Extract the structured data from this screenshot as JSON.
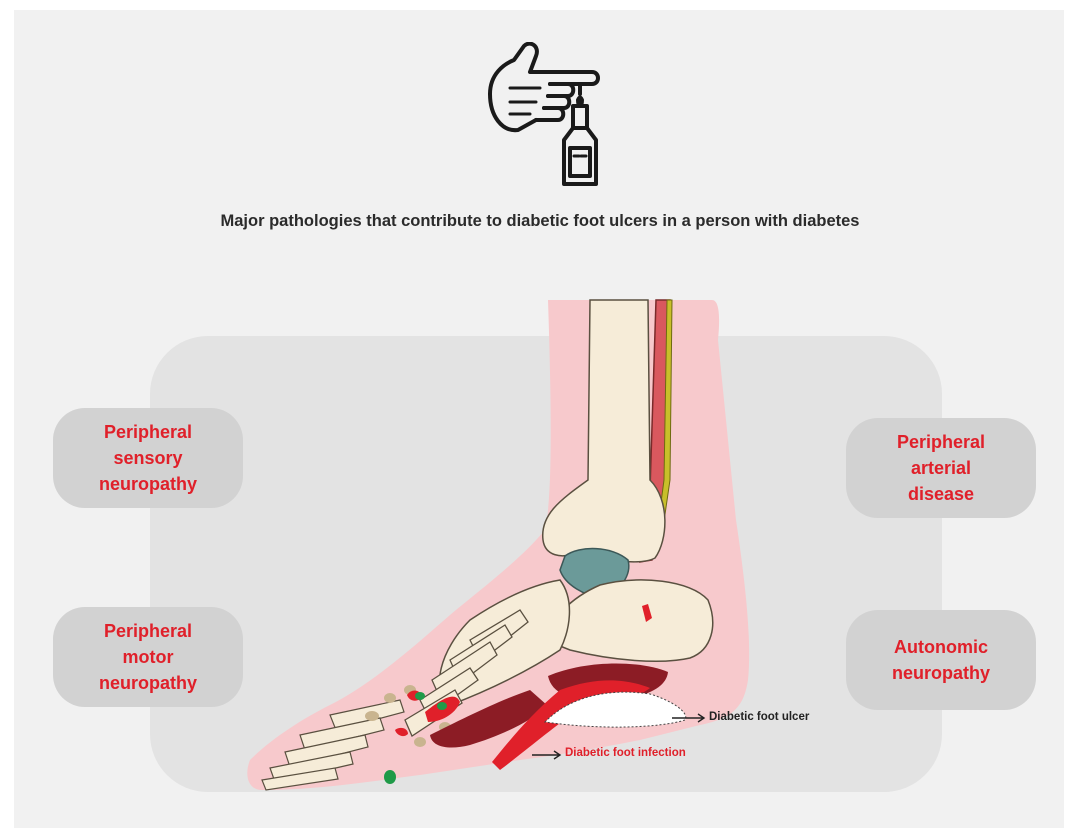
{
  "title": "Major pathologies that contribute to diabetic foot ulcers in a person with diabetes",
  "boxes": {
    "sensory": "Peripheral\nsensory\nneuropathy",
    "motor": "Peripheral\nmotor\nneuropathy",
    "arterial": "Peripheral\narterial\ndisease",
    "autonomic": "Autonomic\nneuropathy"
  },
  "labels": {
    "ulcer": "Diabetic foot ulcer",
    "infection": "Diabetic foot infection"
  },
  "colors": {
    "accent_red": "#e0202a",
    "skin": "#f7c9cc",
    "bone": "#f6ecd8",
    "panel": "#f1f1f1",
    "inner_panel": "#e3e3e3",
    "box": "#d2d2d2",
    "ulcer_green": "#1f9a48",
    "muscle": "#8c1c25",
    "cartilage": "#6b9a99",
    "nerve": "#c8bf2a"
  },
  "icons": {
    "header": "hand-dropper-bottle-icon"
  }
}
